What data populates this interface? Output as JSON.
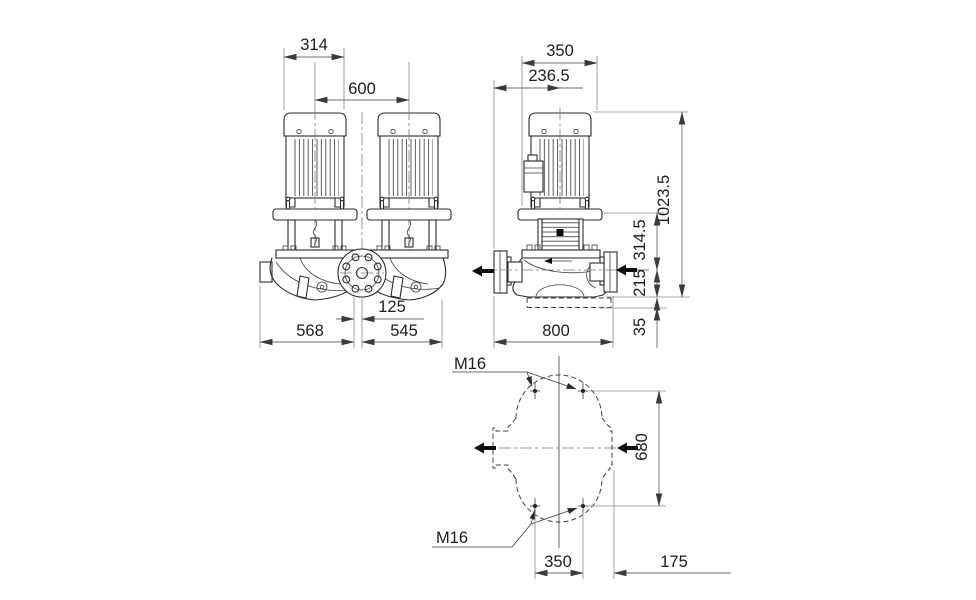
{
  "dimensions": {
    "front": {
      "motor_width": "314",
      "motor_spacing": "600",
      "center_offset": "125",
      "left_length": "568",
      "right_length": "545"
    },
    "side": {
      "stool_width": "350",
      "flange_to_center": "236.5",
      "total_height": "1023.5",
      "center_to_stool_top": "314.5",
      "center_to_foot": "215",
      "baseplate_height": "35",
      "port_to_port": "800"
    },
    "base": {
      "top_thread": "M16",
      "bottom_thread": "M16",
      "bolt_spacing_vertical": "680",
      "bolt_spacing_horizontal": "350",
      "flange_face_offset": "175"
    }
  }
}
